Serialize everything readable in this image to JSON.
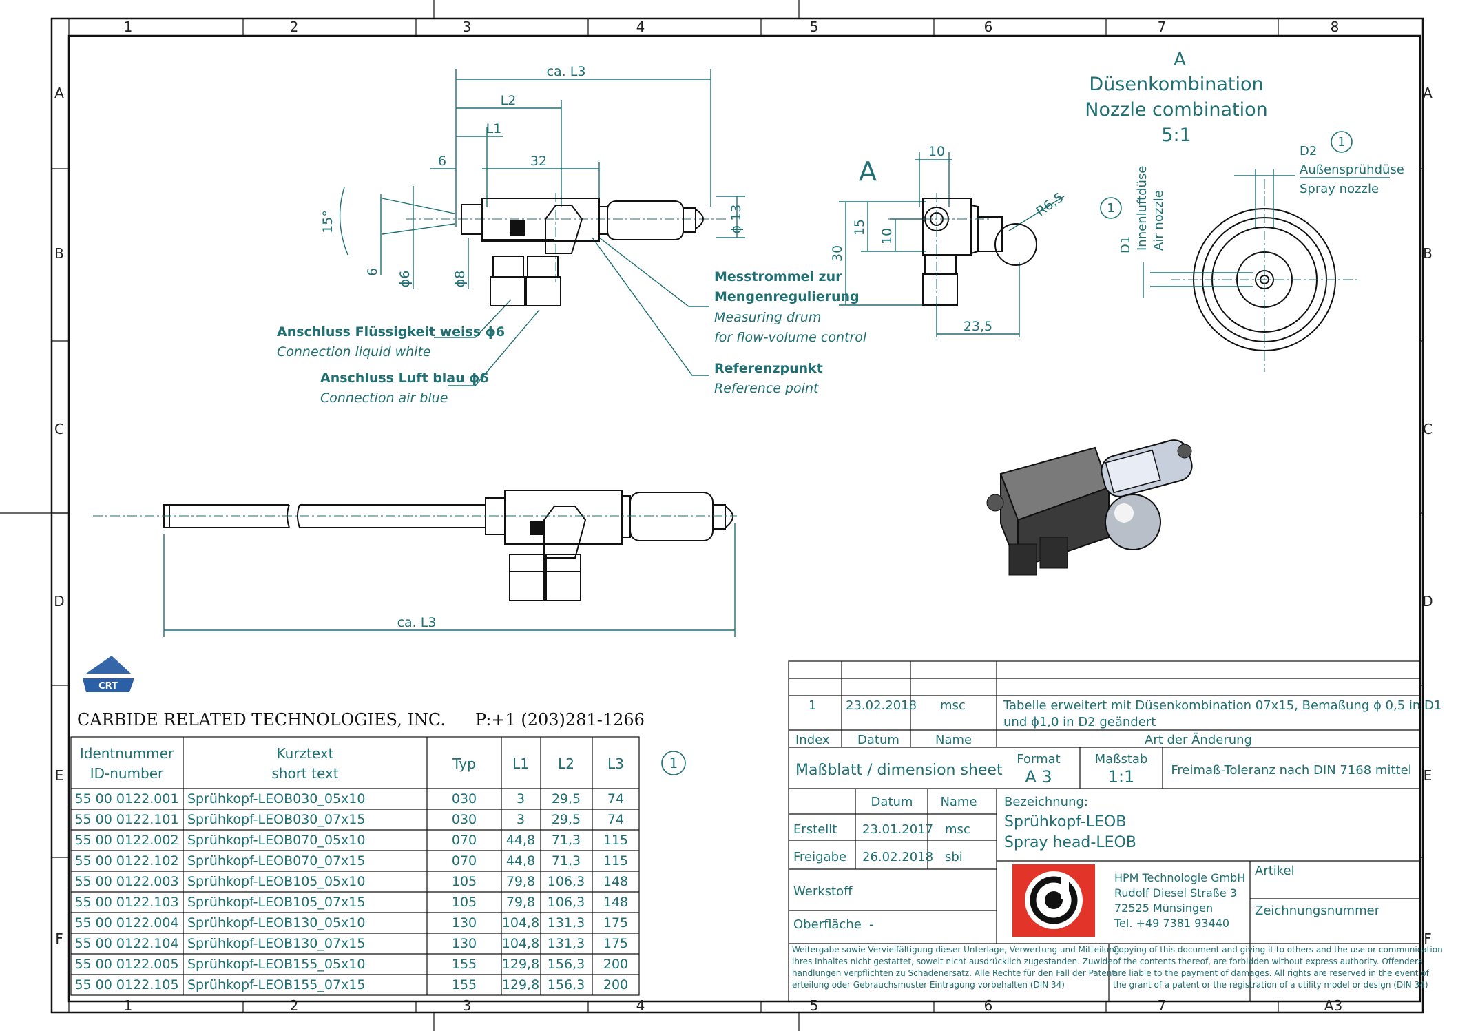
{
  "zones": {
    "columns": [
      "1",
      "2",
      "3",
      "4",
      "5",
      "6",
      "7",
      "8"
    ],
    "rows": [
      "A",
      "B",
      "C",
      "D",
      "E",
      "F"
    ],
    "bottom_last_label": "A3"
  },
  "detail": {
    "letter": "A",
    "title_de": "Düsenkombination",
    "title_en": "Nozzle combination",
    "scale": "5:1",
    "d2_label": "D2",
    "outer_de": "Außensprühdüse",
    "outer_en": "Spray nozzle",
    "d1_label": "D1",
    "inner_de": "Innenluftdüse",
    "inner_en": "Air nozzle",
    "balloon": "1"
  },
  "top_view": {
    "dims": {
      "ca_l3": "ca. L3",
      "l2": "L2",
      "l1": "L1",
      "six_a": "6",
      "thirty_two": "32",
      "fifteen_deg": "15°",
      "six_b": "6",
      "phi6": "ϕ6",
      "phi8": "ϕ8",
      "phi13": "ϕ 13"
    },
    "callouts": {
      "drum_de_1": "Messtrommel zur",
      "drum_de_2": "Mengenregulierung",
      "drum_en_1": "Measuring drum",
      "drum_en_2": "for flow-volume control",
      "ref_de": "Referenzpunkt",
      "ref_en": "Reference point",
      "liquid_de": "Anschluss Flüssigkeit weiss ϕ6",
      "liquid_en": "Connection liquid white",
      "air_de": "Anschluss Luft blau ϕ6",
      "air_en": "Connection air blue"
    }
  },
  "side_view": {
    "letter": "A",
    "dims": {
      "ten": "10",
      "fifteen": "15",
      "ten_b": "10",
      "thirty": "30",
      "r65": "R6,5",
      "d235": "23,5"
    }
  },
  "long_view": {
    "dim": "ca. L3"
  },
  "company": {
    "logo_text": "CRT",
    "name": "CARBIDE RELATED TECHNOLOGIES,  INC.",
    "phone": "P:+1 (203)281-1266"
  },
  "parts_table": {
    "headers": {
      "id_de": "Identnummer",
      "id_en": "ID-number",
      "short_de": "Kurztext",
      "short_en": "short text",
      "typ": "Typ",
      "l1": "L1",
      "l2": "L2",
      "l3": "L3"
    },
    "balloon": "1",
    "rows": [
      {
        "id": "55 00 0122.001",
        "text": "Sprühkopf-LEOB030_05x10",
        "typ": "030",
        "l1": "3",
        "l2": "29,5",
        "l3": "74"
      },
      {
        "id": "55 00 0122.101",
        "text": "Sprühkopf-LEOB030_07x15",
        "typ": "030",
        "l1": "3",
        "l2": "29,5",
        "l3": "74"
      },
      {
        "id": "55 00 0122.002",
        "text": "Sprühkopf-LEOB070_05x10",
        "typ": "070",
        "l1": "44,8",
        "l2": "71,3",
        "l3": "115"
      },
      {
        "id": "55 00 0122.102",
        "text": "Sprühkopf-LEOB070_07x15",
        "typ": "070",
        "l1": "44,8",
        "l2": "71,3",
        "l3": "115"
      },
      {
        "id": "55 00 0122.003",
        "text": "Sprühkopf-LEOB105_05x10",
        "typ": "105",
        "l1": "79,8",
        "l2": "106,3",
        "l3": "148"
      },
      {
        "id": "55 00 0122.103",
        "text": "Sprühkopf-LEOB105_07x15",
        "typ": "105",
        "l1": "79,8",
        "l2": "106,3",
        "l3": "148"
      },
      {
        "id": "55 00 0122.004",
        "text": "Sprühkopf-LEOB130_05x10",
        "typ": "130",
        "l1": "104,8",
        "l2": "131,3",
        "l3": "175"
      },
      {
        "id": "55 00 0122.104",
        "text": "Sprühkopf-LEOB130_07x15",
        "typ": "130",
        "l1": "104,8",
        "l2": "131,3",
        "l3": "175"
      },
      {
        "id": "55 00 0122.005",
        "text": "Sprühkopf-LEOB155_05x10",
        "typ": "155",
        "l1": "129,8",
        "l2": "156,3",
        "l3": "200"
      },
      {
        "id": "55 00 0122.105",
        "text": "Sprühkopf-LEOB155_07x15",
        "typ": "155",
        "l1": "129,8",
        "l2": "156,3",
        "l3": "200"
      }
    ]
  },
  "title_block": {
    "revision": {
      "index": "1",
      "date": "23.02.2018",
      "name": "msc",
      "text_1": "Tabelle erweitert mit Düsenkombination 07x15, Bemaßung ϕ 0,5 in D1",
      "text_2": "und ϕ1,0 in D2 geändert"
    },
    "rev_headers": {
      "index": "Index",
      "date": "Datum",
      "name": "Name",
      "change": "Art der Änderung"
    },
    "sheet_type": "Maßblatt / dimension sheet",
    "format_label": "Format",
    "format_value": "A 3",
    "scale_label": "Maßstab",
    "scale_value": "1:1",
    "tolerance": "Freimaß-Toleranz nach DIN 7168 mittel",
    "date_header": "Datum",
    "name_header": "Name",
    "created_label": "Erstellt",
    "created_date": "23.01.2017",
    "created_name": "msc",
    "released_label": "Freigabe",
    "released_date": "26.02.2018",
    "released_name": "sbi",
    "designation_label": "Bezeichnung:",
    "designation_de": "Sprühkopf-LEOB",
    "designation_en": "Spray head-LEOB",
    "material_label": "Werkstoff",
    "surface_label": "Oberfläche",
    "surface_value": "-",
    "hpm": {
      "line1": "HPM Technologie GmbH",
      "line2": "Rudolf Diesel Straße 3",
      "line3": "72525 Münsingen",
      "line4": "Tel. +49  7381 93440"
    },
    "article_label": "Artikel",
    "drawing_no_label": "Zeichnungsnummer",
    "copyright_de": [
      "Weitergabe sowie Vervielfältigung dieser Unterlage, Verwertung und Mitteilung",
      "ihres Inhaltes nicht gestattet, soweit nicht ausdrücklich zugestanden. Zuwider",
      "handlungen verpflichten zu Schadenersatz. Alle Rechte für den Fall der Patent",
      "erteilung oder Gebrauchsmuster Eintragung vorbehalten (DIN 34)"
    ],
    "copyright_en": [
      "Copying of this document and giving it to others and the use or communication",
      "of the contents thereof, are forbidden without express authority. Offenders",
      "are liable to the payment of damages. All rights are reserved in the event of",
      "the grant of a patent or the registration of a utility model or design (DIN 34)"
    ]
  }
}
